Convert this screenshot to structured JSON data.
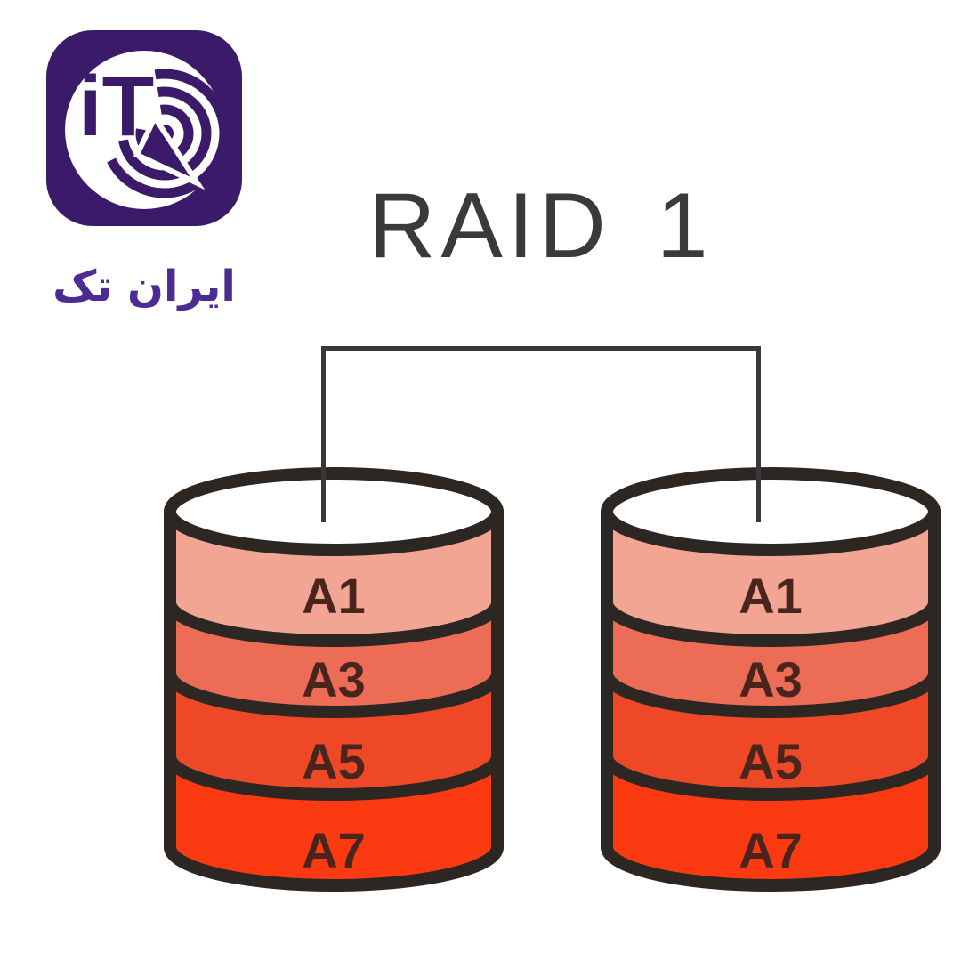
{
  "page": {
    "background": "#ffffff"
  },
  "brand": {
    "logo_monogram": "iT",
    "name_fa": "ایران تک",
    "logo_bg_color": "#3b1a69",
    "logo_circle_color": "#ffffff",
    "name_color": "#4c2b92"
  },
  "title": {
    "text": "RAID 1",
    "color": "#3a393b"
  },
  "diagram": {
    "kind": "raid1-mirrored-disks",
    "connector_color": "#3a3739",
    "colors": {
      "outline": "#2d2723",
      "label": "#4a251e",
      "top_cap": "#ef9c8b",
      "band1": "#f3a593",
      "band2": "#ed6c55",
      "band3": "#ee4827",
      "band4": "#fc3a12"
    },
    "disks": [
      {
        "segments": [
          {
            "label": "A1"
          },
          {
            "label": "A3"
          },
          {
            "label": "A5"
          },
          {
            "label": "A7"
          }
        ]
      },
      {
        "segments": [
          {
            "label": "A1"
          },
          {
            "label": "A3"
          },
          {
            "label": "A5"
          },
          {
            "label": "A7"
          }
        ]
      }
    ]
  }
}
